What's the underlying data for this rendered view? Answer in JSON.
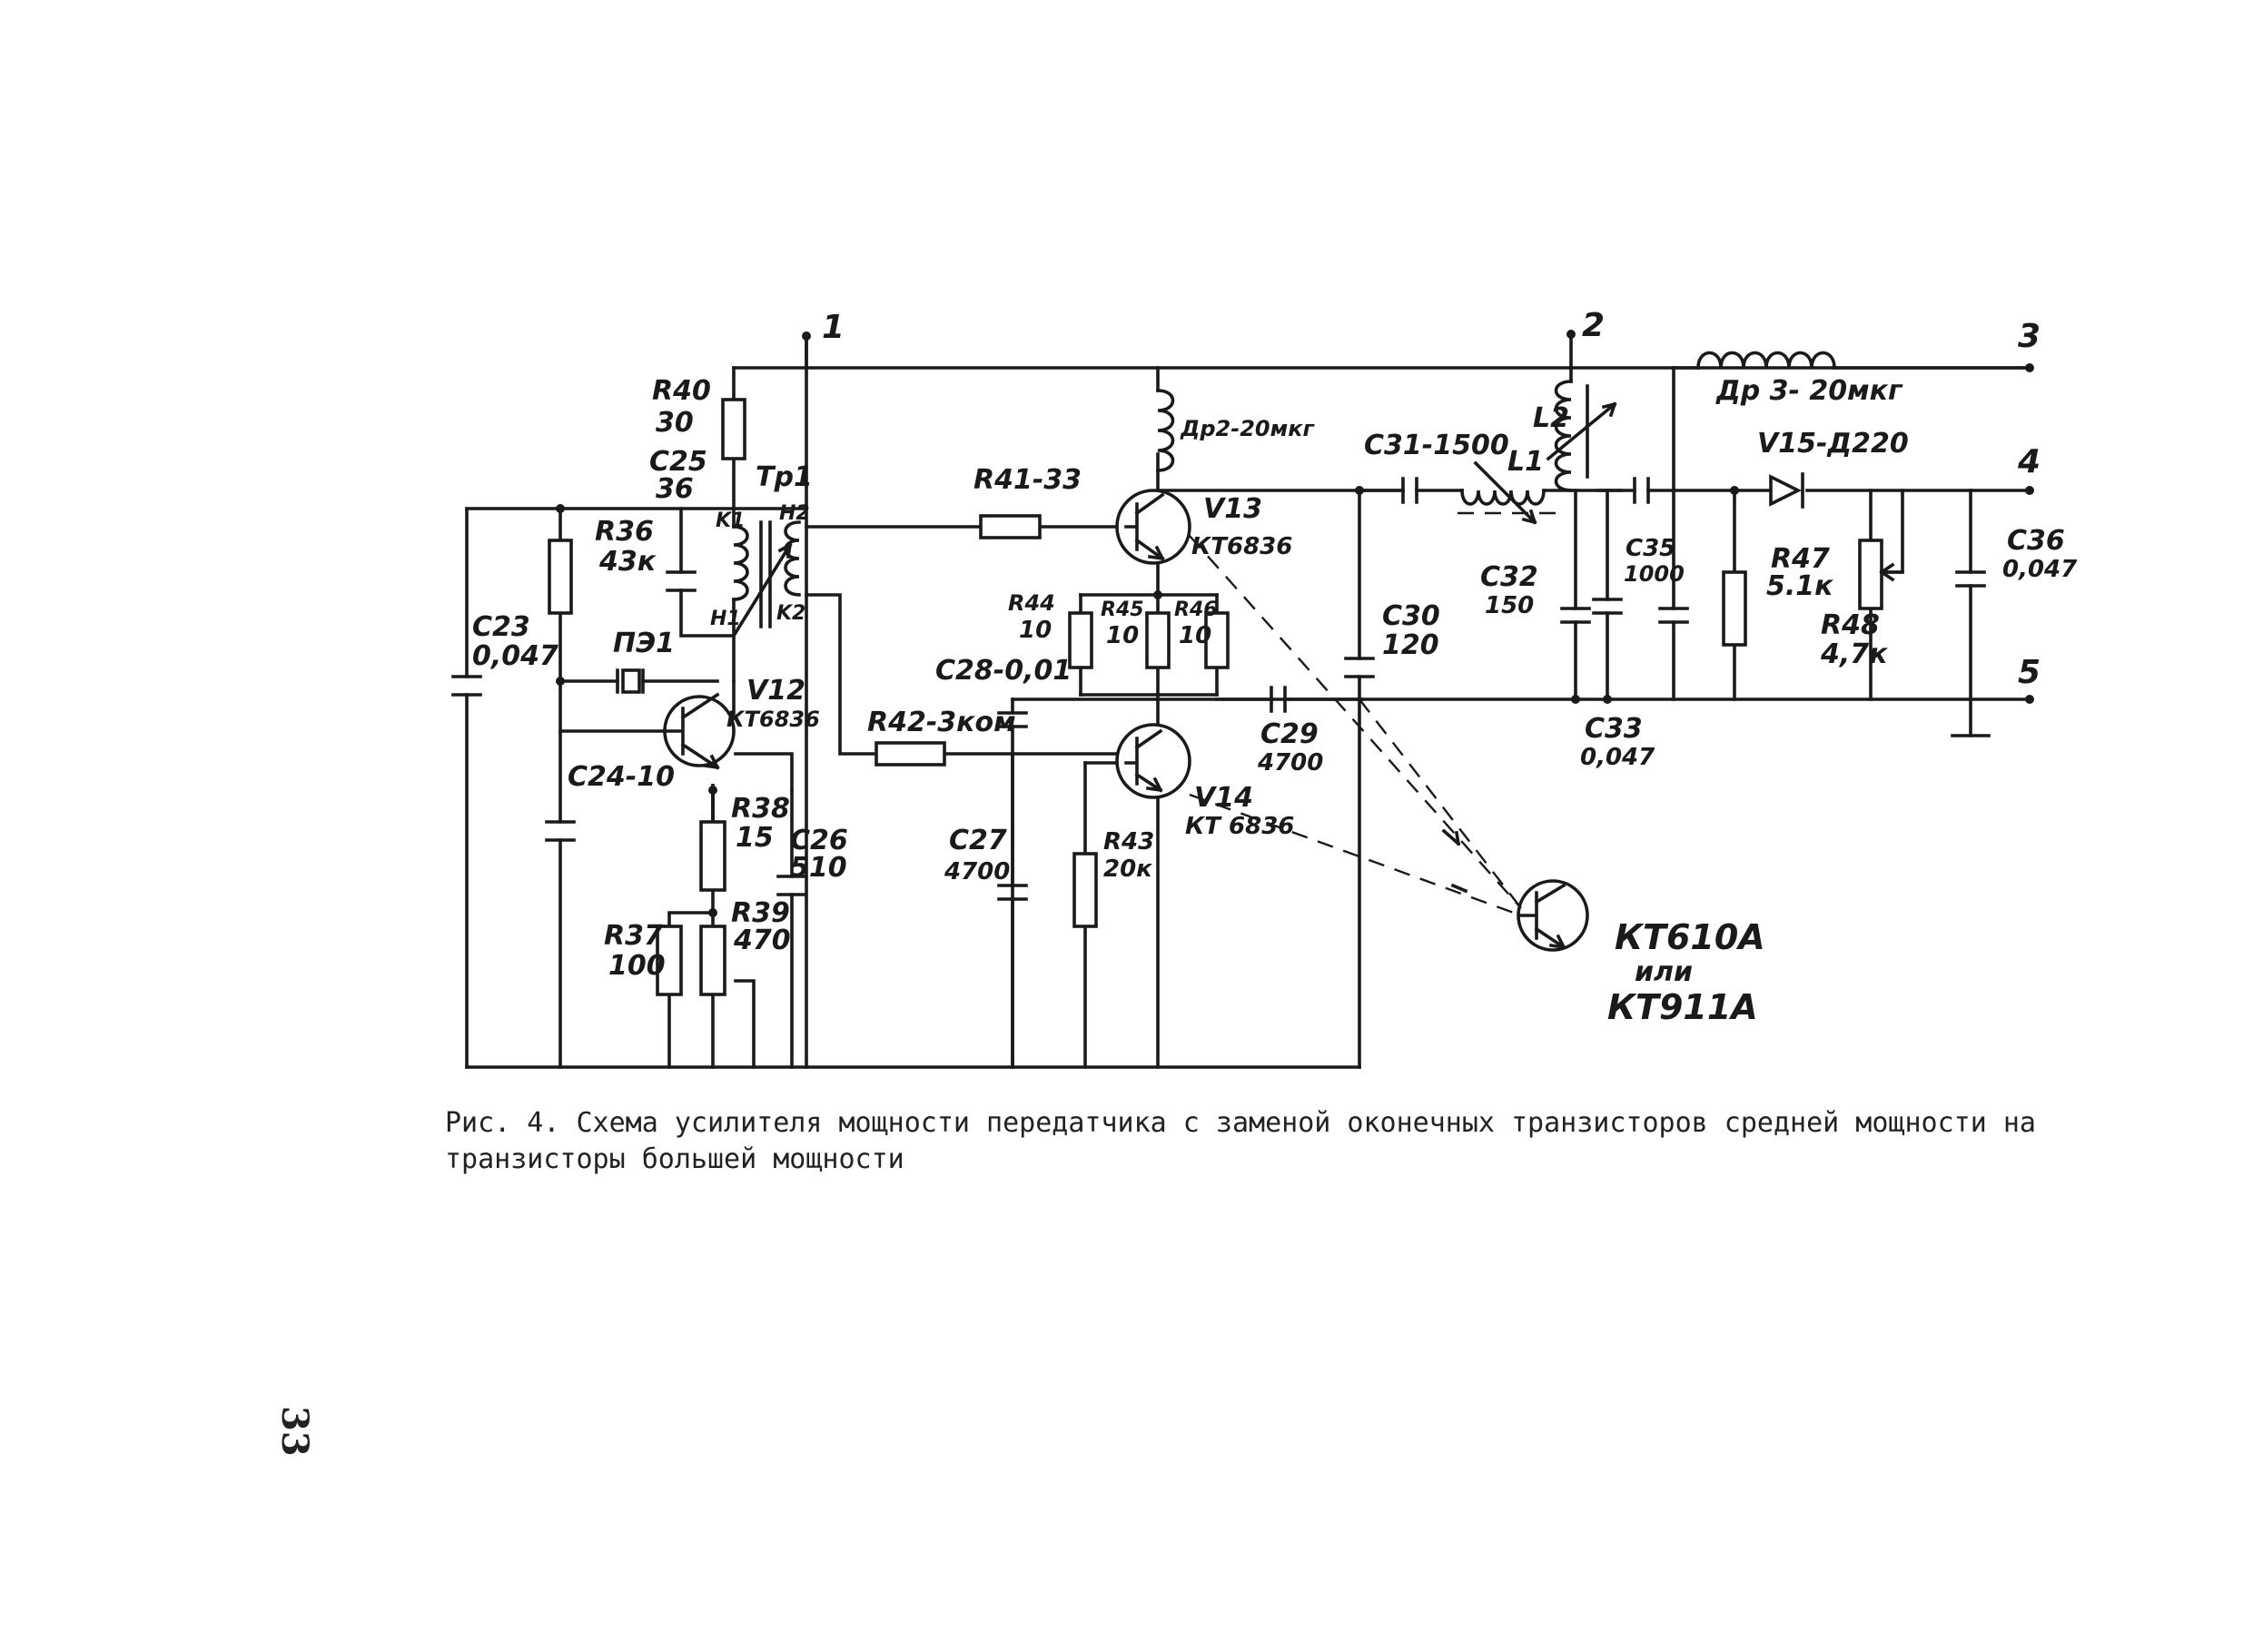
{
  "diagram": {
    "nodes": [
      "1",
      "2",
      "3",
      "4",
      "5"
    ],
    "labels": {
      "R40": "R40",
      "R40_val": "30",
      "C25": "C25",
      "C25_val": "36",
      "Tr1": "Tp1",
      "K1": "K1",
      "H2": "H2",
      "H1": "H1",
      "K2": "K2",
      "R36": "R36",
      "R36_val": "43к",
      "C23": "C23",
      "C23_val": "0,047",
      "PE1": "ПЭ1",
      "V12": "V12",
      "V12_type": "КТ6836",
      "C24": "C24-10",
      "R38": "R38",
      "R38_val": "15",
      "C26": "C26",
      "C26_val": "510",
      "R37": "R37",
      "R37_val": "100",
      "R39": "R39",
      "R39_val": "470",
      "R41": "R41-33",
      "V13": "V13",
      "V13_type": "КТ6836",
      "Dr2": "Др2-20мкг",
      "R44": "R44",
      "R44_val": "10",
      "R45": "R45",
      "R45_val": "10",
      "R46": "R46",
      "R46_val": "10",
      "C28": "C28-0,01",
      "R42": "R42-3ком",
      "C27": "C27",
      "C27_val": "4700",
      "R43": "R43",
      "R43_val": "20к",
      "V14": "V14",
      "V14_type": "КТ 6836",
      "C29": "C29",
      "C29_val": "4700",
      "C30": "C30",
      "C30_val": "120",
      "C31": "C31-1500",
      "L1": "L1",
      "L2": "L2",
      "C32": "C32",
      "C32_val": "150",
      "C33": "C33",
      "C33_val": "0,047",
      "C35": "C35",
      "C35_val": "1000",
      "Dr3": "Др 3- 20мкг",
      "V15": "V15-Д220",
      "R47": "R47",
      "R47_val": "5.1к",
      "R48": "R48",
      "R48_val": "4,7к",
      "C36": "C36",
      "C36_val": "0,047",
      "repl_type": "КТ610А",
      "repl_or": "или",
      "repl_alt": "КТ911А"
    }
  },
  "caption": "Рис. 4. Схема усилителя мощности передатчика с заменой оконечных транзисторов средней мощности на транзисторы большей мощности",
  "page_number": "33"
}
